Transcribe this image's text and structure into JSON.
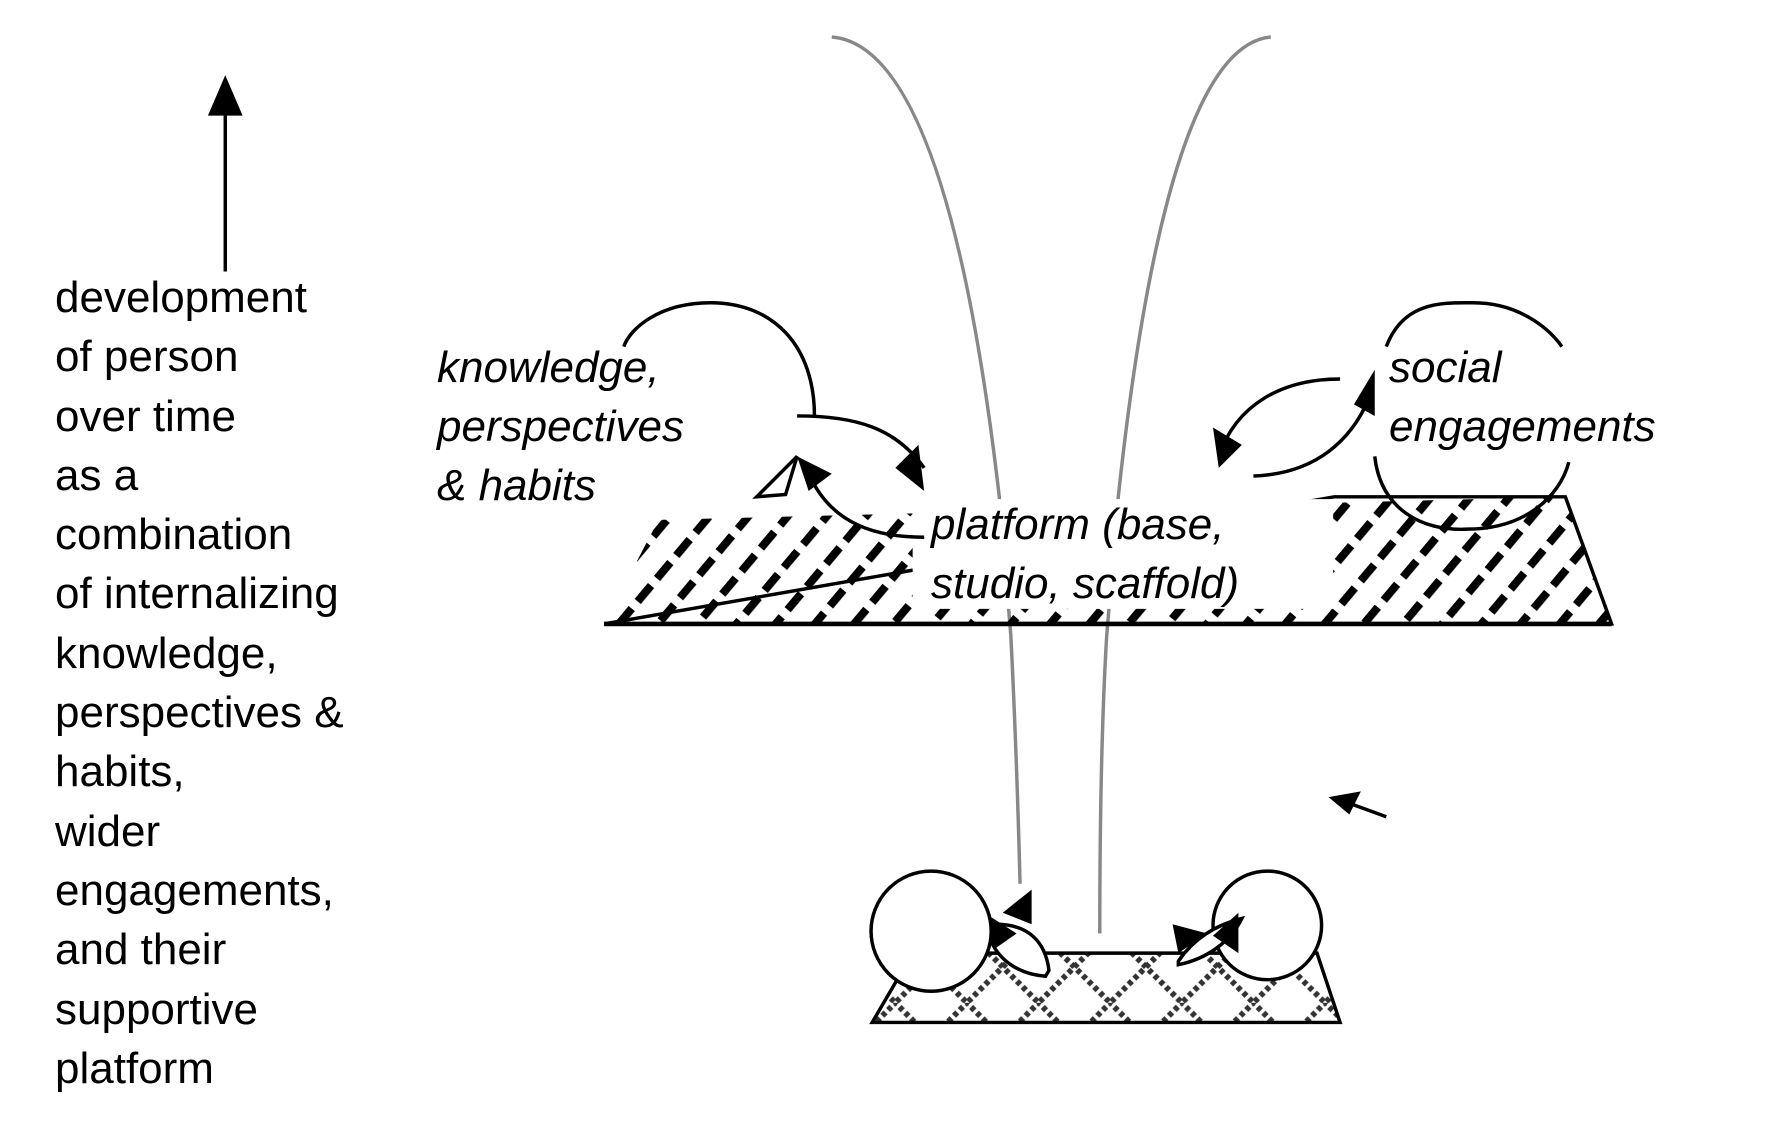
{
  "side_caption": {
    "lines": [
      "development",
      "of person",
      "over time",
      "as a",
      "combination",
      "of internalizing",
      "knowledge,",
      "perspectives &",
      "habits,",
      "wider",
      "engagements,",
      "and their",
      "supportive",
      "platform"
    ]
  },
  "labels": {
    "knowledge": [
      "knowledge,",
      "perspectives",
      "& habits"
    ],
    "social": [
      "social",
      "engagements"
    ],
    "platform": [
      "platform (base,",
      "studio, scaffold)"
    ]
  }
}
